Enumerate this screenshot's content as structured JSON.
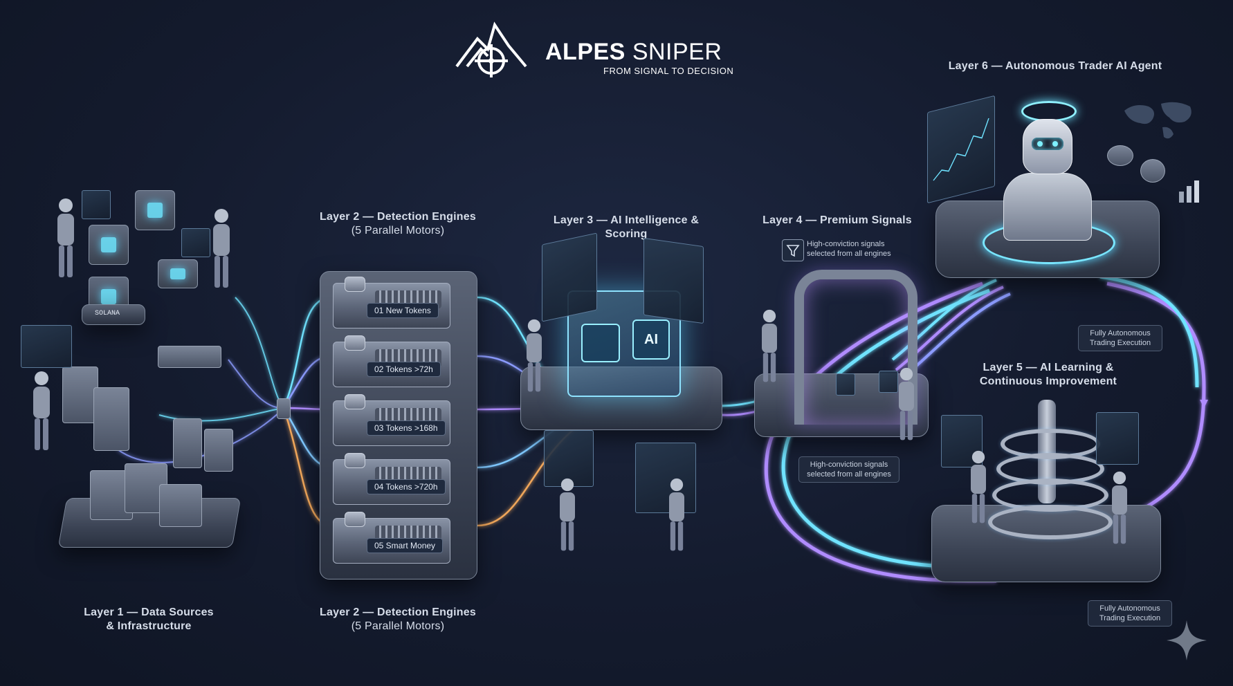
{
  "brand": {
    "name_bold": "ALPES",
    "name_thin": "SNIPER",
    "tagline": "FROM SIGNAL TO DECISION"
  },
  "layers": {
    "l1": {
      "title": "Layer 1 — Data Sources",
      "subtitle": "& Infrastructure",
      "device_label": "SOLANA"
    },
    "l2_top": {
      "title": "Layer 2 — Detection Engines",
      "subtitle": "(5 Parallel Motors)"
    },
    "l2_bottom": {
      "title": "Layer 2 — Detection Engines",
      "subtitle": "(5 Parallel Motors)"
    },
    "l3": {
      "title": "Layer 3 — AI Intelligence & Scoring",
      "chip_label": "AI"
    },
    "l4": {
      "title": "Layer 4 — Premium Signals"
    },
    "l5": {
      "title": "Layer 5 — AI Learning &",
      "subtitle": "Continuous Improvement"
    },
    "l6": {
      "title": "Layer 6 — Autonomous Trader AI Agent"
    }
  },
  "engines": [
    {
      "label": "01 New Tokens",
      "color": "#6fe3ff"
    },
    {
      "label": "02 Tokens >72h",
      "color": "#8c9cff"
    },
    {
      "label": "03 Tokens >168h",
      "color": "#b08cff"
    },
    {
      "label": "04 Tokens >720h",
      "color": "#7fc8ff"
    },
    {
      "label": "05 Smart Money",
      "color": "#f0a65a"
    }
  ],
  "notes": {
    "signals_top": "High-conviction signals selected from all engines",
    "signals_bottom": "High-conviction signals selected from all engines",
    "exec_top": "Fully Autonomous Trading Execution",
    "exec_bottom": "Fully Autonomous Trading Execution"
  },
  "colors": {
    "cyan": "#6fe3ff",
    "violet": "#b08cff",
    "orange": "#f0a65a",
    "background": "#141b2e"
  }
}
